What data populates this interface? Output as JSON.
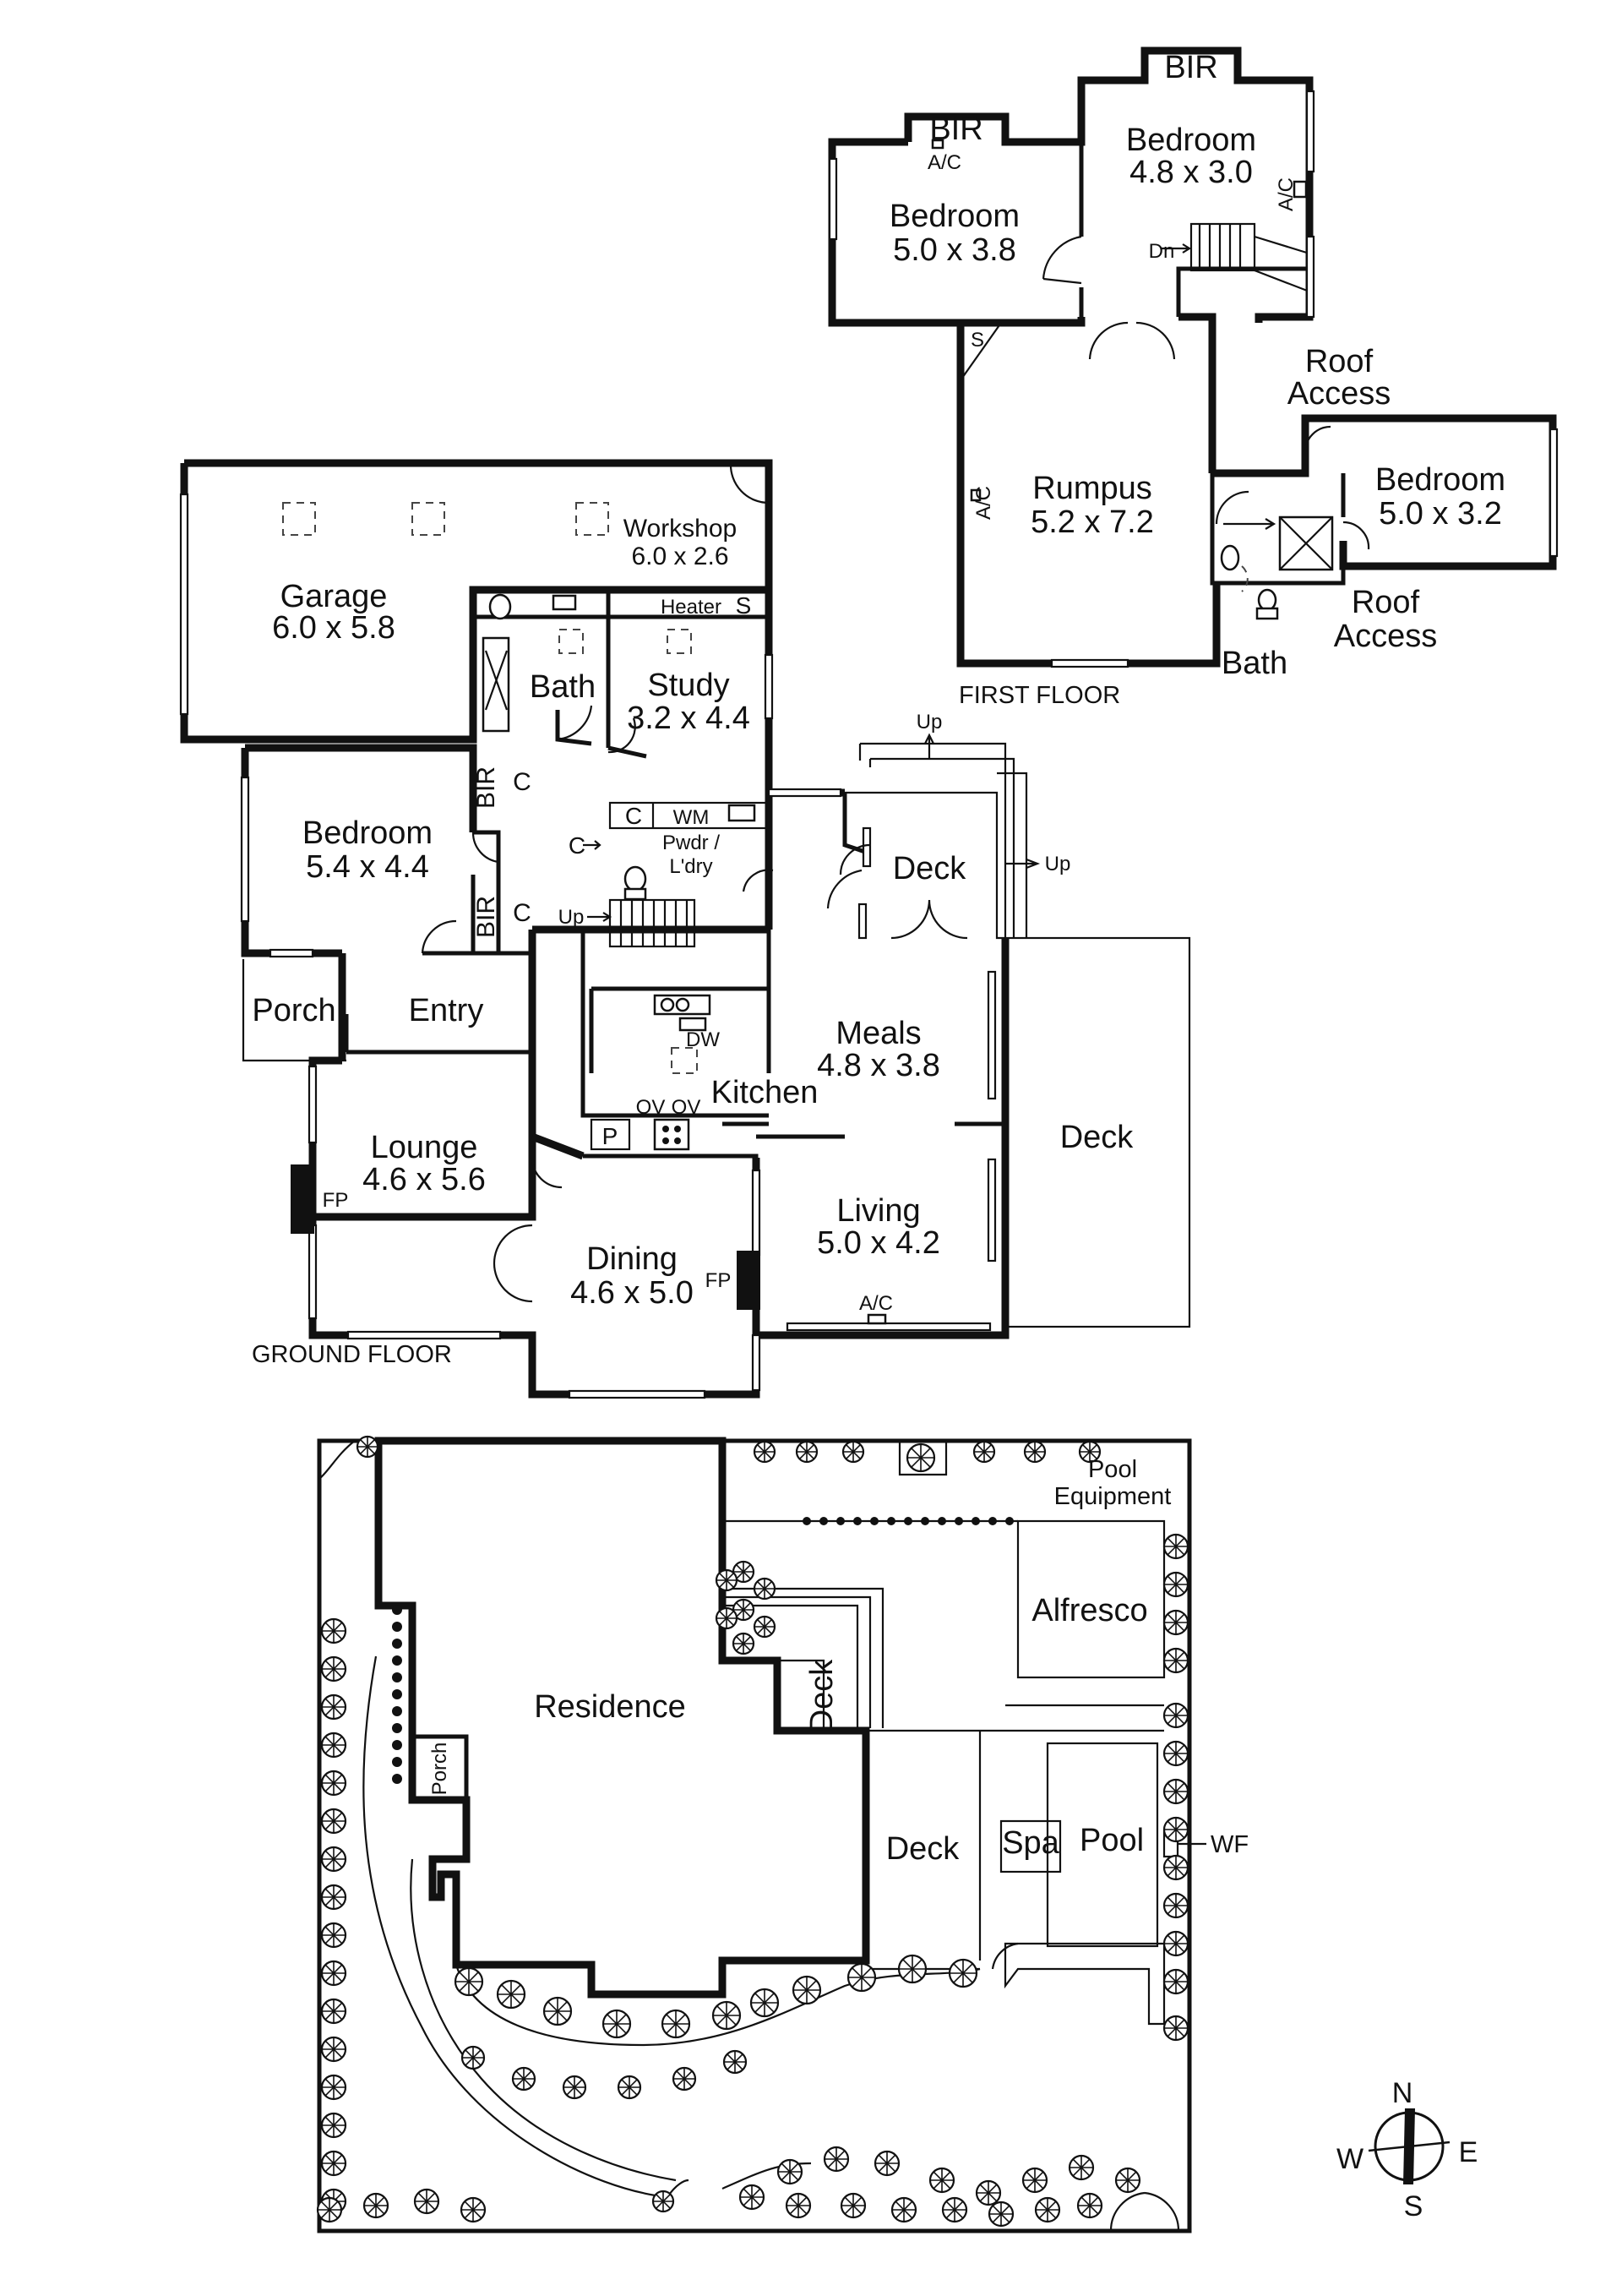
{
  "first_floor": {
    "label": "FIRST FLOOR",
    "rooms": {
      "bedroom_a": {
        "name": "Bedroom",
        "size": "5.0 x 3.8"
      },
      "bedroom_b": {
        "name": "Bedroom",
        "size": "4.8 x 3.0"
      },
      "bedroom_c": {
        "name": "Bedroom",
        "size": "5.0 x 3.2"
      },
      "rumpus": {
        "name": "Rumpus",
        "size": "5.2 x 7.2"
      },
      "bath": {
        "name": "Bath"
      }
    },
    "labels": {
      "bir_a": "BIR",
      "bir_b": "BIR",
      "ac_a": "A/C",
      "ac_b": "A/C",
      "ac_rumpus": "A/C",
      "dn": "Dn",
      "s": "S",
      "roof_access_1_line1": "Roof",
      "roof_access_1_line2": "Access",
      "roof_access_2_line1": "Roof",
      "roof_access_2_line2": "Access"
    }
  },
  "ground_floor": {
    "label": "GROUND FLOOR",
    "rooms": {
      "garage": {
        "name": "Garage",
        "size": "6.0 x 5.8"
      },
      "workshop": {
        "name": "Workshop",
        "size": "6.0 x 2.6"
      },
      "bath": {
        "name": "Bath"
      },
      "study": {
        "name": "Study",
        "size": "3.2 x 4.4"
      },
      "bedroom": {
        "name": "Bedroom",
        "size": "5.4 x 4.4"
      },
      "pwdr": {
        "line1": "Pwdr /",
        "line2": "L'dry"
      },
      "deck_small": {
        "name": "Deck"
      },
      "deck_large": {
        "name": "Deck"
      },
      "porch": {
        "name": "Porch"
      },
      "entry": {
        "name": "Entry"
      },
      "meals": {
        "name": "Meals",
        "size": "4.8 x 3.8"
      },
      "kitchen": {
        "name": "Kitchen"
      },
      "lounge": {
        "name": "Lounge",
        "size": "4.6 x 5.6"
      },
      "dining": {
        "name": "Dining",
        "size": "4.6 x 5.0"
      },
      "living": {
        "name": "Living",
        "size": "5.0 x 4.2"
      }
    },
    "labels": {
      "heater": "Heater",
      "s": "S",
      "bir_1": "BIR",
      "c_1": "C",
      "bir_2": "BIR",
      "c_2": "C",
      "c_hall": "C",
      "c_ldry": "C",
      "wm": "WM",
      "up_stair": "Up",
      "up_deck_1": "Up",
      "up_deck_2": "Up",
      "dw": "DW",
      "ov_1": "OV",
      "ov_2": "OV",
      "p": "P",
      "fp_lounge": "FP",
      "fp_dining": "FP",
      "ac_living": "A/C"
    }
  },
  "site_plan": {
    "labels": {
      "residence": "Residence",
      "porch": "Porch",
      "deck_1": "Deck",
      "deck_2": "Deck",
      "alfresco": "Alfresco",
      "pool_equipment_line1": "Pool",
      "pool_equipment_line2": "Equipment",
      "spa": "Spa",
      "pool": "Pool",
      "wf": "WF"
    }
  },
  "compass": {
    "n": "N",
    "e": "E",
    "s": "S",
    "w": "W"
  }
}
